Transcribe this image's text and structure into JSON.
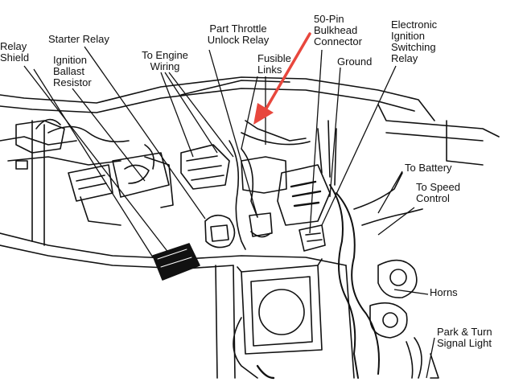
{
  "labels": {
    "relay_shield": "Relay\nShield",
    "starter_relay": "Starter Relay",
    "ignition_ballast_resistor": "Ignition\nBallast\nResistor",
    "to_engine_wiring": "To Engine\nWiring",
    "part_throttle_unlock_relay": "Part Throttle\nUnlock Relay",
    "fusible_links": "Fusible\nLinks",
    "bulkhead_connector": "50-Pin\nBulkhead\nConnector",
    "ground": "Ground",
    "electronic_ignition_switching_relay": "Electronic\nIgnition\nSwitching\nRelay",
    "to_battery": "To Battery",
    "to_speed_control": "To Speed\nControl",
    "horns": "Horns",
    "park_turn_signal_light": "Park & Turn\nSignal Light"
  },
  "colors": {
    "ink": "#111111",
    "arrow": "#e8473d",
    "background": "#ffffff"
  }
}
